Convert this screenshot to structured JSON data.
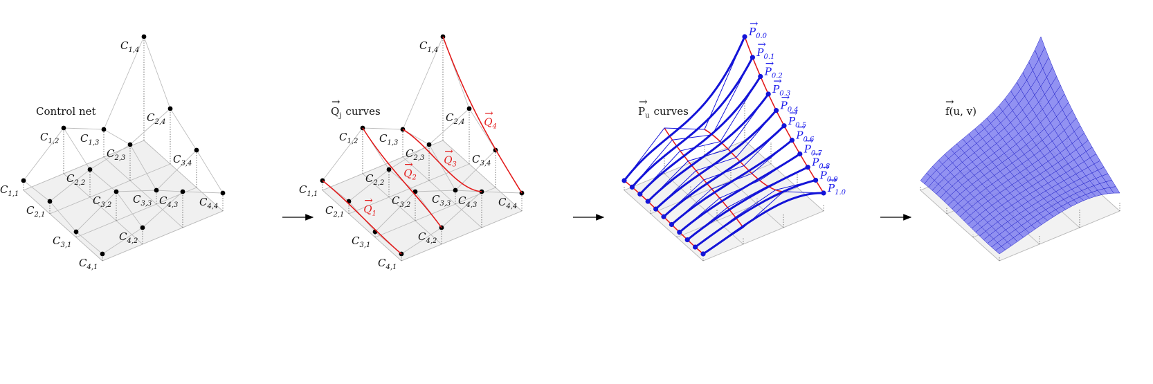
{
  "panels": {
    "control_net": {
      "title": "Control net",
      "labels": [
        {
          "base": "C",
          "sub": "1,1"
        },
        {
          "base": "C",
          "sub": "1,2"
        },
        {
          "base": "C",
          "sub": "1,3"
        },
        {
          "base": "C",
          "sub": "1,4"
        },
        {
          "base": "C",
          "sub": "2,1"
        },
        {
          "base": "C",
          "sub": "2,2"
        },
        {
          "base": "C",
          "sub": "2,3"
        },
        {
          "base": "C",
          "sub": "2,4"
        },
        {
          "base": "C",
          "sub": "3,1"
        },
        {
          "base": "C",
          "sub": "3,2"
        },
        {
          "base": "C",
          "sub": "3,3"
        },
        {
          "base": "C",
          "sub": "3,4"
        },
        {
          "base": "C",
          "sub": "4,1"
        },
        {
          "base": "C",
          "sub": "4,2"
        },
        {
          "base": "C",
          "sub": "4,3"
        },
        {
          "base": "C",
          "sub": "4,4"
        }
      ]
    },
    "q_curves": {
      "title_sym": "Q",
      "title_sub": "j",
      "title_word": "curves",
      "curve_labels": [
        {
          "base": "Q",
          "sub": "1"
        },
        {
          "base": "Q",
          "sub": "2"
        },
        {
          "base": "Q",
          "sub": "3"
        },
        {
          "base": "Q",
          "sub": "4"
        }
      ]
    },
    "p_curves": {
      "title_sym": "P",
      "title_sub": "u",
      "title_word": "curves",
      "curve_labels": [
        {
          "base": "P",
          "sub": "0.0"
        },
        {
          "base": "P",
          "sub": "0.1"
        },
        {
          "base": "P",
          "sub": "0.2"
        },
        {
          "base": "P",
          "sub": "0.3"
        },
        {
          "base": "P",
          "sub": "0.4"
        },
        {
          "base": "P",
          "sub": "0.5"
        },
        {
          "base": "P",
          "sub": "0.6"
        },
        {
          "base": "P",
          "sub": "0.7"
        },
        {
          "base": "P",
          "sub": "0.8"
        },
        {
          "base": "P",
          "sub": "0.9"
        },
        {
          "base": "P",
          "sub": "1.0"
        }
      ]
    },
    "surface": {
      "title": "f(u, v)"
    }
  },
  "colors": {
    "control_point": "#000000",
    "q_curve": "#e31c1c",
    "p_curve": "#1414d8",
    "surface_fill": "#7f7ff0",
    "base_plane": "#f0f0f0",
    "grid": "#bdbdbd"
  }
}
